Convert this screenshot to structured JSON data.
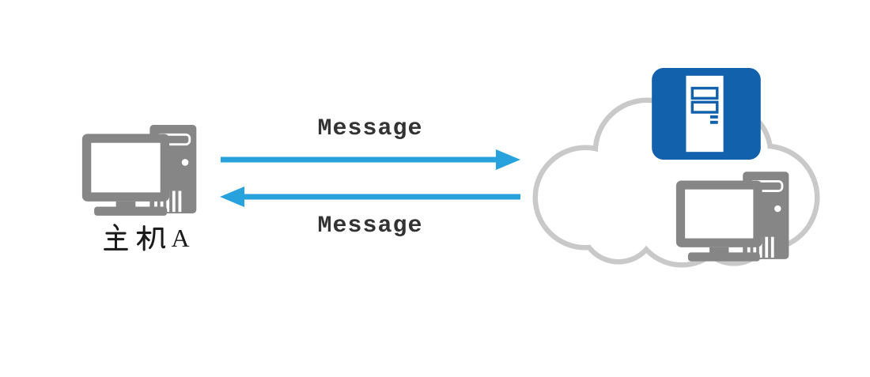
{
  "labels": {
    "host_a_full": "主机 A",
    "host_a_hanzi": "主机",
    "host_a_suffix": "A",
    "message_request": "Message",
    "message_reply": "Message"
  },
  "icons": {
    "host_a": "desktop-computer-icon",
    "cloud": "cloud-icon",
    "server": "server-icon",
    "remote_host": "desktop-computer-icon",
    "arrow_top": "arrow-right-icon",
    "arrow_bottom": "arrow-left-icon"
  },
  "colors": {
    "arrow_blue": "#27A2DD",
    "server_blue": "#1261AC",
    "device_gray": "#868686",
    "cloud_gray": "#C9C9C9",
    "text_dark": "#333333",
    "label_black": "#1B1B1B"
  }
}
